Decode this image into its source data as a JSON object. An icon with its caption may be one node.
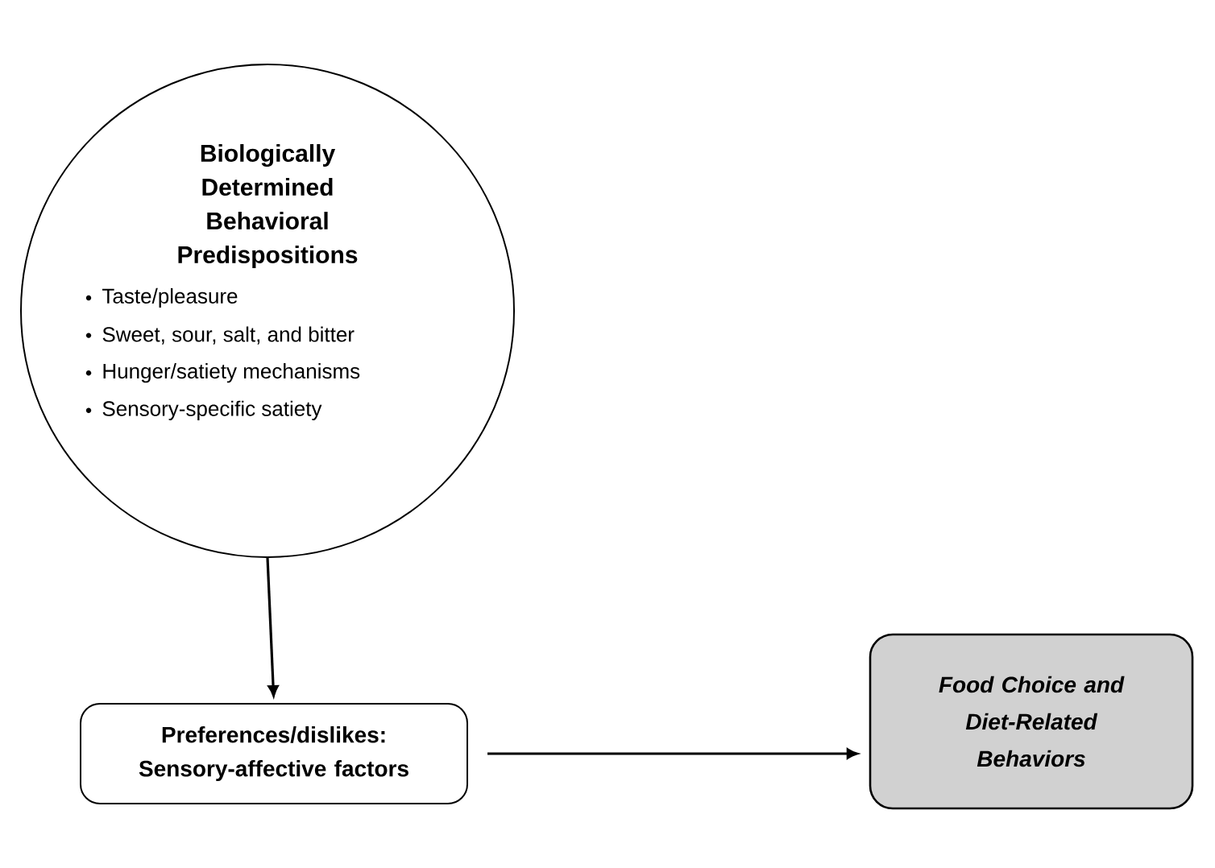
{
  "diagram": {
    "nodes": [
      {
        "text": [
          "Biologically Determined Behavioral Predispositions",
          "Taste/pleasure",
          "Sweet, sour, salt, and bitter",
          "Hunger/satiety mechanisms",
          "Sensory-specific satiety"
        ]
      },
      {
        "text": [
          "Preferences/dislikes: Sensory-affective factors"
        ]
      },
      {
        "text": [
          "Food Choice and Diet-Related Behaviors"
        ]
      }
    ],
    "edges": [
      {
        "from": 0,
        "to": 1,
        "arrow": "to"
      },
      {
        "from": 1,
        "to": 2,
        "arrow": "to"
      }
    ]
  }
}
